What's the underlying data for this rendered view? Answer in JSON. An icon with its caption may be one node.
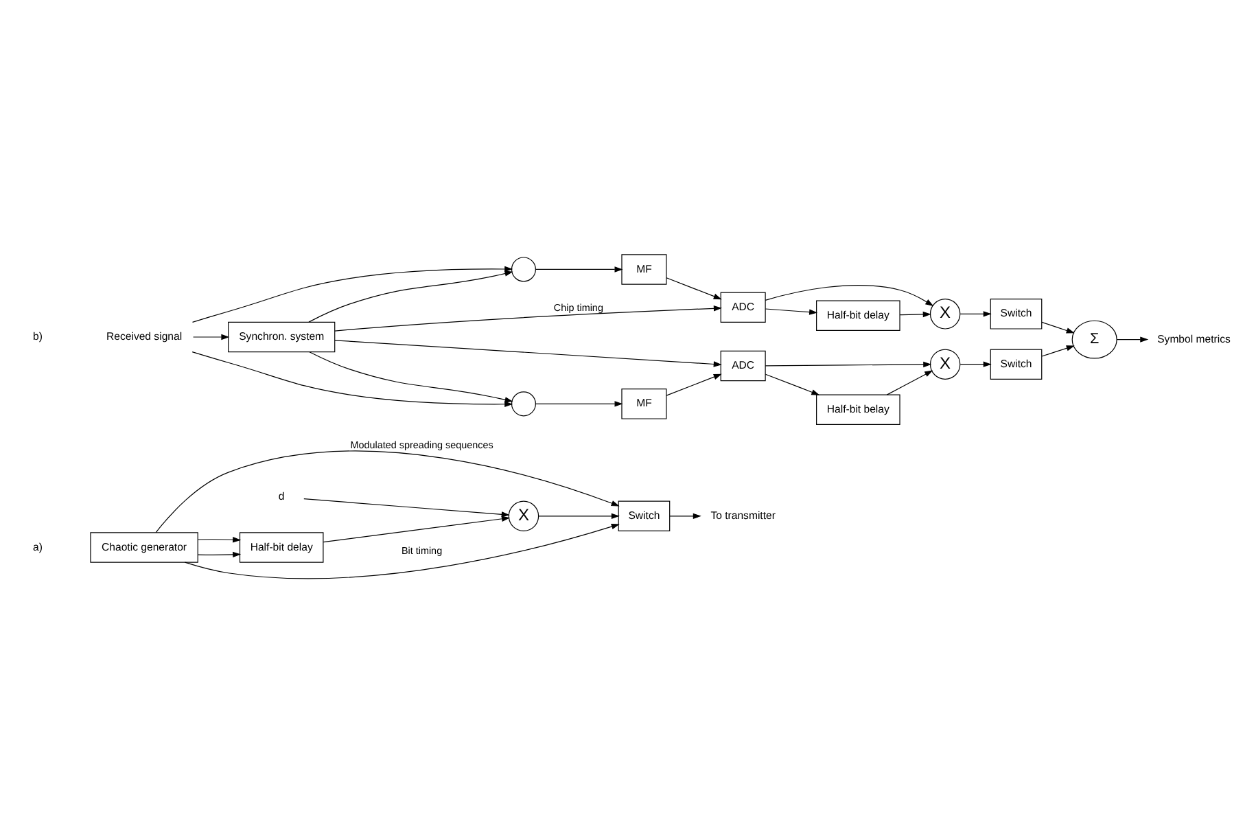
{
  "diagram": {
    "nodes": [
      {
        "text": [
          "Chaotic generator"
        ]
      },
      {
        "text": [
          "Half-bit delay"
        ]
      },
      {
        "text": [
          "X"
        ]
      },
      {
        "text": [
          "Switch"
        ]
      },
      {
        "text": [
          "d"
        ]
      },
      {
        "text": [
          "To transmitter"
        ]
      },
      {
        "text": [
          "Received signal"
        ]
      },
      {
        "text": [],
        "shape": "circle"
      },
      {
        "text": [
          "MF"
        ]
      },
      {
        "text": [
          "ADC"
        ]
      },
      {
        "text": [
          "Synchron. system"
        ]
      },
      {
        "text": [],
        "shape": "circle"
      },
      {
        "text": [
          "MF"
        ]
      },
      {
        "text": [
          "ADC"
        ]
      },
      {
        "text": [
          "X"
        ]
      },
      {
        "text": [
          "Half-bit delay"
        ]
      },
      {
        "text": [
          "Switch"
        ]
      },
      {
        "text": [
          "Σ"
        ]
      },
      {
        "text": [
          "X"
        ]
      },
      {
        "text": [
          "Half-bit belay"
        ]
      },
      {
        "text": [
          "Switch"
        ]
      },
      {
        "text": [
          "Symbol metrics"
        ]
      }
    ],
    "edges": [
      {
        "from": 0,
        "to": 3,
        "arrow": "to",
        "label": "Modulated spreading sequences"
      },
      {
        "from": 0,
        "to": 1,
        "arrow": "to"
      },
      {
        "from": 1,
        "to": 2,
        "arrow": "to"
      },
      {
        "from": 4,
        "to": 2,
        "arrow": "to"
      },
      {
        "from": 2,
        "to": 3,
        "arrow": "to"
      },
      {
        "from": 0,
        "to": 3,
        "arrow": "to",
        "label": "Bit timing"
      },
      {
        "from": 0,
        "to": 1,
        "arrow": "to"
      },
      {
        "from": 3,
        "to": 5,
        "arrow": "to"
      },
      {
        "from": 6,
        "to": 7,
        "arrow": "to"
      },
      {
        "from": 6,
        "to": 10,
        "arrow": "to"
      },
      {
        "from": 6,
        "to": 11,
        "arrow": "to"
      },
      {
        "from": 10,
        "to": 7,
        "arrow": "to"
      },
      {
        "from": 10,
        "to": 11,
        "arrow": "to"
      },
      {
        "from": 7,
        "to": 8,
        "arrow": "to"
      },
      {
        "from": 8,
        "to": 9,
        "arrow": "to"
      },
      {
        "from": 10,
        "to": 9,
        "arrow": "to",
        "label": "Chip timing"
      },
      {
        "from": 10,
        "to": 13,
        "arrow": "to"
      },
      {
        "from": 11,
        "to": 12,
        "arrow": "to"
      },
      {
        "from": 12,
        "to": 13,
        "arrow": "to"
      },
      {
        "from": 9,
        "to": 14,
        "arrow": "to"
      },
      {
        "from": 9,
        "to": 15,
        "arrow": "to"
      },
      {
        "from": 15,
        "to": 14,
        "arrow": "to"
      },
      {
        "from": 14,
        "to": 16,
        "arrow": "to"
      },
      {
        "from": 16,
        "to": 17,
        "arrow": "to"
      },
      {
        "from": 13,
        "to": 18,
        "arrow": "to"
      },
      {
        "from": 13,
        "to": 19,
        "arrow": "to"
      },
      {
        "from": 19,
        "to": 18,
        "arrow": "to"
      },
      {
        "from": 18,
        "to": 20,
        "arrow": "to"
      },
      {
        "from": 20,
        "to": 17,
        "arrow": "to"
      },
      {
        "from": 17,
        "to": 21,
        "arrow": "to"
      }
    ],
    "labels": [
      "a)",
      "b)"
    ]
  }
}
